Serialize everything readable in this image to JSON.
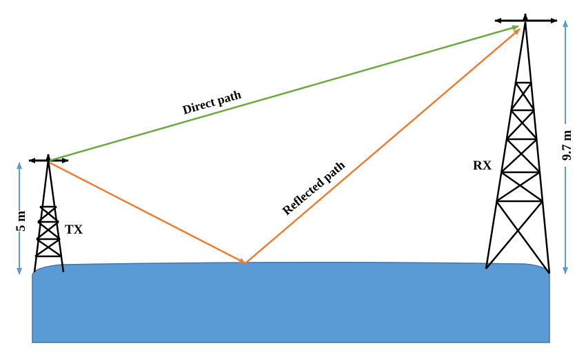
{
  "labels": {
    "tx": "TX",
    "rx": "RX",
    "direct_path": "Direct path",
    "reflected_path": "Reflected path",
    "tx_height": "5 m",
    "rx_height": "9.7 m"
  },
  "colors": {
    "water_fill": "#5b9bd5",
    "water_edge": "#3f75ad",
    "direct_path": "#6aab3c",
    "reflected_path": "#ef7d2f",
    "dimension_arrow": "#5b9bd5",
    "tower": "#000000"
  }
}
